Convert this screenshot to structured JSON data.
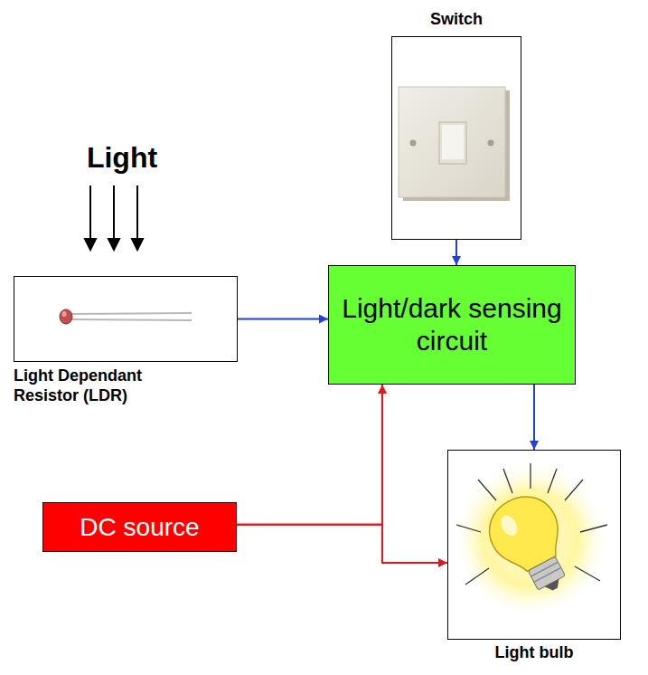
{
  "diagram": {
    "nodes": [
      {
        "text": [
          "Switch"
        ]
      },
      {
        "text": [
          "Light Dependant Resistor (LDR)"
        ]
      },
      {
        "text": [
          "Light/dark sensing circuit"
        ]
      },
      {
        "text": [
          "DC source"
        ]
      },
      {
        "text": [
          "Light bulb"
        ]
      }
    ],
    "edges": [
      {
        "from": 1,
        "to": 2,
        "arrow": "to"
      },
      {
        "from": 0,
        "to": 2,
        "arrow": "to"
      },
      {
        "from": 2,
        "to": 4,
        "arrow": "to"
      },
      {
        "from": 3,
        "to": 2,
        "arrow": "to"
      },
      {
        "from": 3,
        "to": 4,
        "arrow": "to"
      }
    ],
    "labels": [
      "Light"
    ]
  }
}
